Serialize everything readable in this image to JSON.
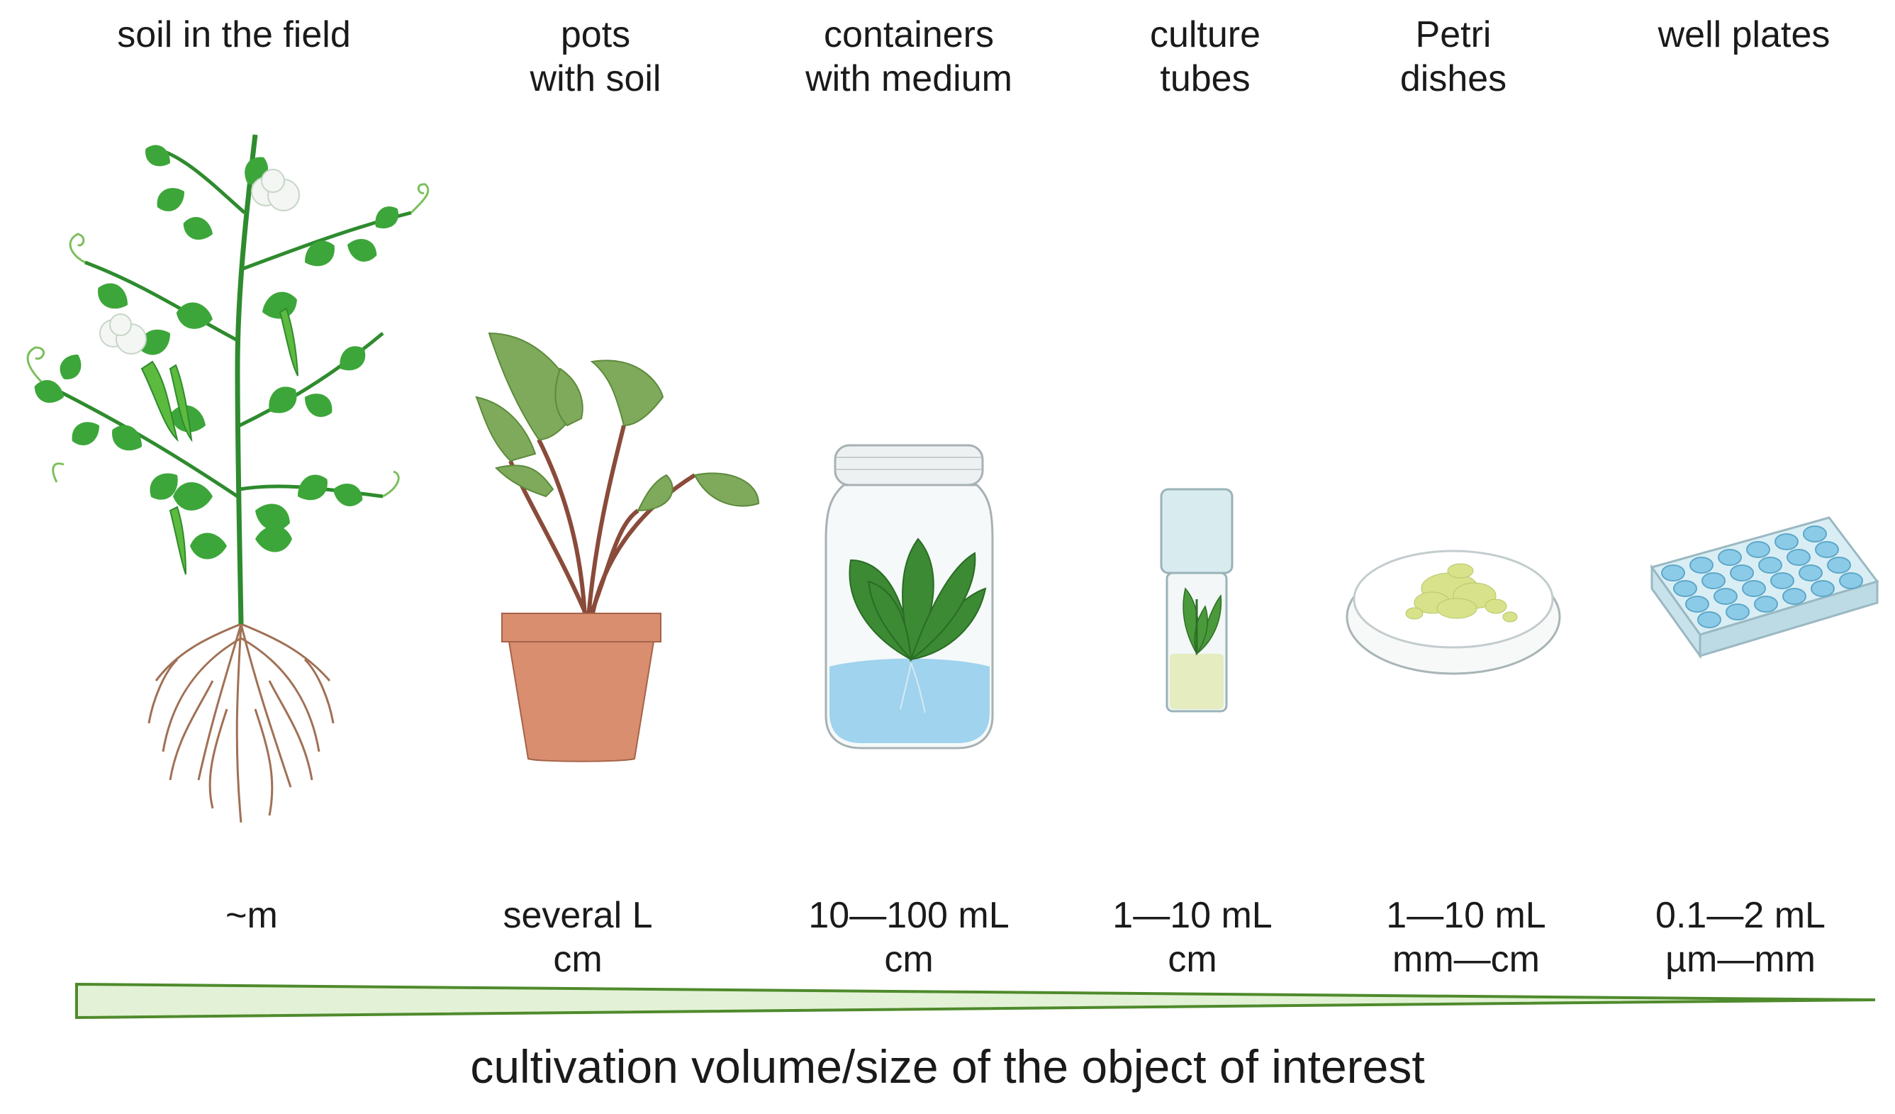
{
  "categories": [
    {
      "title_lines": [
        "soil in the field"
      ],
      "scale_lines": [
        "~m"
      ],
      "illustration": "pea-plant-with-roots-icon"
    },
    {
      "title_lines": [
        "pots",
        "with soil"
      ],
      "scale_lines": [
        "several L",
        "cm"
      ],
      "illustration": "potted-plant-icon"
    },
    {
      "title_lines": [
        "containers",
        "with medium"
      ],
      "scale_lines": [
        "10—100 mL",
        "cm"
      ],
      "illustration": "jar-with-plantlet-icon"
    },
    {
      "title_lines": [
        "culture",
        "tubes"
      ],
      "scale_lines": [
        "1—10 mL",
        "cm"
      ],
      "illustration": "culture-tube-icon"
    },
    {
      "title_lines": [
        "Petri",
        "dishes"
      ],
      "scale_lines": [
        "1—10 mL",
        "mm—cm"
      ],
      "illustration": "petri-dish-icon"
    },
    {
      "title_lines": [
        "well plates"
      ],
      "scale_lines": [
        "0.1—2 mL",
        "µm—mm"
      ],
      "illustration": "well-plate-icon"
    }
  ],
  "axis_caption": "cultivation volume/size of the object of interest",
  "colors": {
    "leaf_green": "#3da63a",
    "stem_green": "#2e8b2e",
    "root_brown": "#a07055",
    "pot_terracotta": "#d88e6f",
    "seedling_leaf": "#7faa5c",
    "medium_blue": "#9fd3ee",
    "callus_yellow": "#d7e28a",
    "well_blue": "#8ccbe8",
    "wedge_fill": "#e3f2d6",
    "wedge_stroke": "#4f8a2c"
  }
}
